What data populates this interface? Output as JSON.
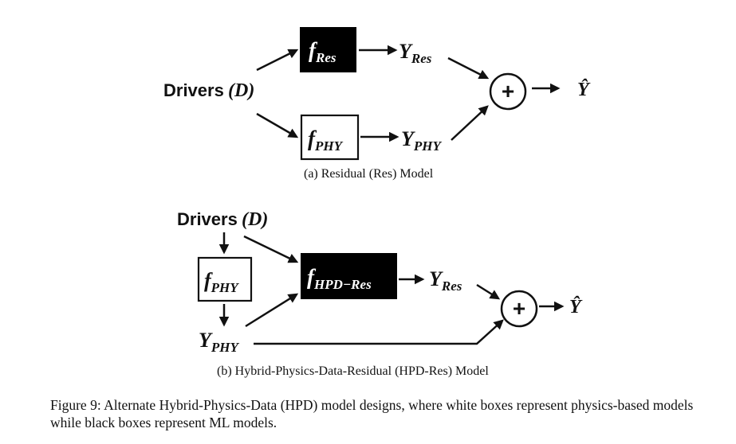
{
  "panel_a": {
    "drivers_label": "Drivers",
    "drivers_symbol": "(D)",
    "ml_model": {
      "main": "f",
      "sub": "Res"
    },
    "phy_model": {
      "main": "f",
      "sub": "PHY"
    },
    "out_res": {
      "main": "Y",
      "sub": "Res"
    },
    "out_phy": {
      "main": "Y",
      "sub": "PHY"
    },
    "sum_symbol": "+",
    "output": "Ŷ",
    "caption": "(a)  Residual (Res) Model"
  },
  "panel_b": {
    "drivers_label": "Drivers",
    "drivers_symbol": "(D)",
    "phy_model": {
      "main": "f",
      "sub": "PHY"
    },
    "ml_model": {
      "main": "f",
      "sub": "HPD−Res"
    },
    "out_phy": {
      "main": "Y",
      "sub": "PHY"
    },
    "out_res": {
      "main": "Y",
      "sub": "Res"
    },
    "sum_symbol": "+",
    "output": "Ŷ",
    "caption": "(b)  Hybrid-Physics-Data-Residual (HPD-Res) Model"
  },
  "figure_caption": "Figure 9: Alternate Hybrid-Physics-Data (HPD) model designs, where white boxes represent physics-based models while black boxes represent ML models."
}
